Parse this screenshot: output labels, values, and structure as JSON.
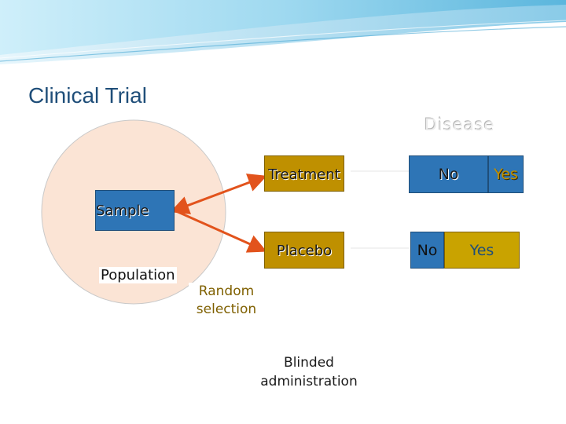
{
  "slide": {
    "title": "Clinical Trial",
    "disease_label": "Disease",
    "population_label": "Population",
    "sample_label": "Sample",
    "treatment_label": "Treatment",
    "placebo_label": "Placebo",
    "random_selection_label": "Random selection",
    "blinded_label": "Blinded administration",
    "outcome_treatment": {
      "no": "No",
      "yes": "Yes"
    },
    "outcome_placebo": {
      "no": "No",
      "yes": "Yes"
    }
  },
  "colors": {
    "circle_fill": "#fbe4d5",
    "sample_fill": "#2e75b6",
    "arm_fill": "#bf9000",
    "no_fill": "#2e75b6",
    "yes_fill": "#c9a300",
    "arrow": "#e2531c",
    "random_text": "#7f6000",
    "disease_text": "#d9d9d9",
    "header_light": "#bde3f3",
    "header_dark": "#5fb5db"
  }
}
